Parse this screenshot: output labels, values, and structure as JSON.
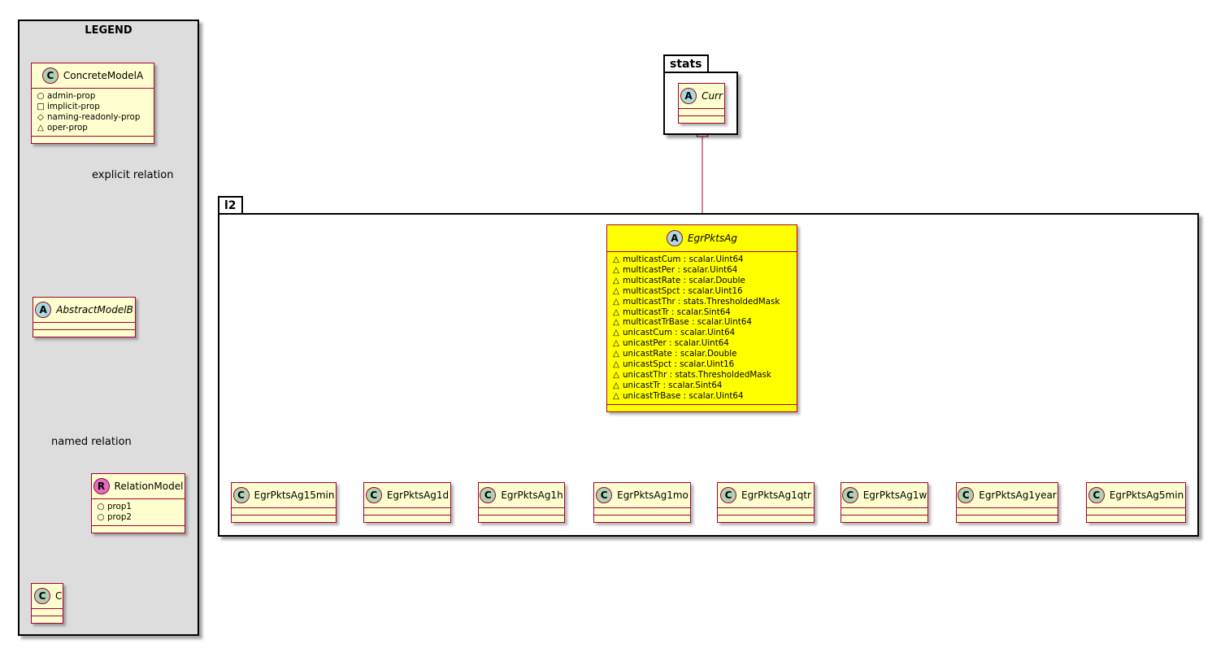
{
  "legend": {
    "title": "LEGEND",
    "concrete_model": {
      "name": "ConcreteModelA",
      "badge": "C",
      "attributes": [
        {
          "vis": "+",
          "name": "admin-prop"
        },
        {
          "vis": "-",
          "name": "implicit-prop"
        },
        {
          "vis": "#",
          "name": "naming-readonly-prop"
        },
        {
          "vis": "~",
          "name": "oper-prop"
        }
      ]
    },
    "explicit_relation_label": "explicit relation",
    "abstract_model": {
      "name": "AbstractModelB",
      "badge": "A"
    },
    "named_relation_label": "named relation",
    "relation_model": {
      "name": "RelationModel",
      "badge": "R",
      "attributes": [
        {
          "vis": "+",
          "name": "prop1"
        },
        {
          "vis": "+",
          "name": "prop2"
        }
      ]
    },
    "target_class": {
      "name": "C",
      "badge": "C"
    }
  },
  "packages": {
    "stats": {
      "name": "stats",
      "class": {
        "name": "Curr",
        "badge": "A"
      }
    },
    "l2": {
      "name": "l2",
      "main_class": {
        "name": "EgrPktsAg",
        "badge": "A",
        "highlight_color": "#ffff00",
        "attributes": [
          "multicastCum : scalar.Uint64",
          "multicastPer : scalar.Uint64",
          "multicastRate : scalar.Double",
          "multicastSpct : scalar.Uint16",
          "multicastThr : stats.ThresholdedMask",
          "multicastTr : scalar.Sint64",
          "multicastTrBase : scalar.Uint64",
          "unicastCum : scalar.Uint64",
          "unicastPer : scalar.Uint64",
          "unicastRate : scalar.Double",
          "unicastSpct : scalar.Uint16",
          "unicastThr : stats.ThresholdedMask",
          "unicastTr : scalar.Sint64",
          "unicastTrBase : scalar.Uint64"
        ],
        "attribute_visibility": "~"
      },
      "subclasses": [
        {
          "name": "EgrPktsAg15min",
          "badge": "C"
        },
        {
          "name": "EgrPktsAg1d",
          "badge": "C"
        },
        {
          "name": "EgrPktsAg1h",
          "badge": "C"
        },
        {
          "name": "EgrPktsAg1mo",
          "badge": "C"
        },
        {
          "name": "EgrPktsAg1qtr",
          "badge": "C"
        },
        {
          "name": "EgrPktsAg1w",
          "badge": "C"
        },
        {
          "name": "EgrPktsAg1year",
          "badge": "C"
        },
        {
          "name": "EgrPktsAg5min",
          "badge": "C"
        }
      ]
    }
  },
  "colors": {
    "border": "#a80036",
    "class_fill": "#fefece",
    "legend_bg": "#dddddd",
    "badge_class": "#add1b2",
    "badge_abstract": "#a9dcdf",
    "badge_relation": "#e06fc0"
  }
}
